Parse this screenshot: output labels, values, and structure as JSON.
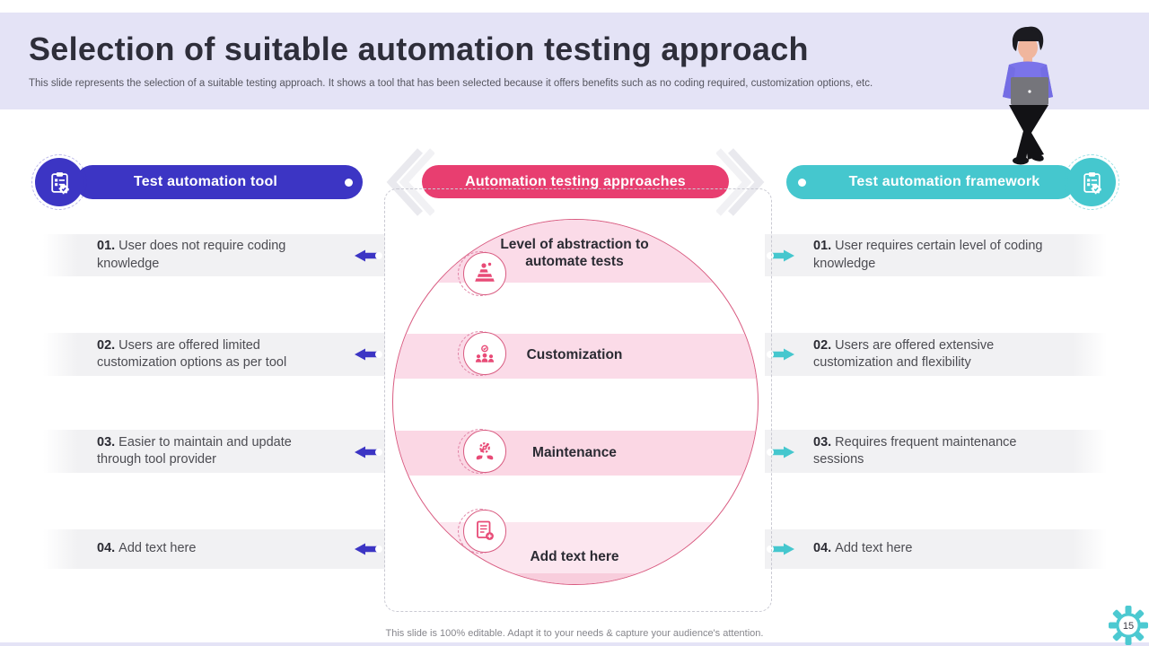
{
  "slide": {
    "title": "Selection of suitable automation testing approach",
    "subtitle": "This slide represents the selection of a suitable testing approach. It shows a tool that has been selected because it offers benefits such as no coding required, customization options, etc.",
    "footer": "This slide is 100% editable. Adapt it to your needs & capture your audience's attention.",
    "page_number": "15",
    "decor": [
      "person-with-laptop-illustration",
      "chevron-decor",
      "gear-page-badge"
    ]
  },
  "colors": {
    "header_bg": "#e4e3f6",
    "purple": "#3c35c4",
    "pink": "#e83e70",
    "teal": "#45c7ce",
    "circle_outline": "#d95b81",
    "band_pink": "#fbdbe8",
    "row_gray": "#f1f1f3"
  },
  "left_panel": {
    "title": "Test automation tool",
    "icon": "clipboard-gear-icon",
    "items": [
      {
        "number": "01.",
        "text": "User does not require coding knowledge"
      },
      {
        "number": "02.",
        "text": "Users are offered limited customization options as per tool"
      },
      {
        "number": "03.",
        "text": "Easier to maintain and update through tool provider"
      },
      {
        "number": "04.",
        "text": "Add text here"
      }
    ]
  },
  "center_panel": {
    "title": "Automation testing approaches",
    "items": [
      {
        "label": "Level of abstraction to automate tests",
        "icon": "abstraction-levels-icon"
      },
      {
        "label": "Customization",
        "icon": "team-check-icon"
      },
      {
        "label": "Maintenance",
        "icon": "gear-hands-icon"
      },
      {
        "label": "Add text here",
        "icon": "add-document-icon"
      }
    ]
  },
  "right_panel": {
    "title": "Test automation framework",
    "icon": "clipboard-gear-icon",
    "items": [
      {
        "number": "01.",
        "text": "User requires certain level of coding knowledge"
      },
      {
        "number": "02.",
        "text": "Users are offered extensive customization and flexibility"
      },
      {
        "number": "03.",
        "text": "Requires frequent maintenance sessions"
      },
      {
        "number": "04.",
        "text": "Add text here"
      }
    ]
  }
}
